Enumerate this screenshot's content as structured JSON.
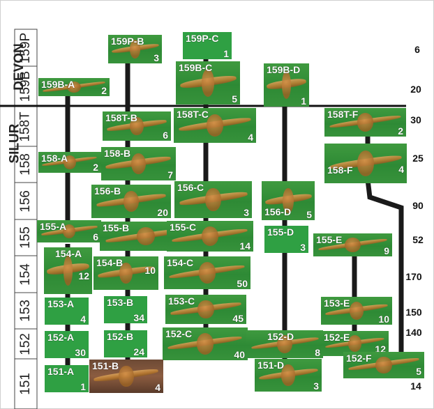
{
  "eras": {
    "devon": "DEVON",
    "silur": "SILUR"
  },
  "layers": [
    "159P",
    "159B",
    "158T",
    "158",
    "156",
    "155",
    "154",
    "153",
    "152",
    "151"
  ],
  "totals": [
    "6",
    "20",
    "30",
    "25",
    "90",
    "52",
    "170",
    "150",
    "140",
    "14"
  ],
  "specimens": [
    {
      "id": "159P-B",
      "count": "3"
    },
    {
      "id": "159P-C",
      "count": "1"
    },
    {
      "id": "159B-A",
      "count": "2"
    },
    {
      "id": "159B-C",
      "count": "5"
    },
    {
      "id": "159B-D",
      "count": "1"
    },
    {
      "id": "158T-B",
      "count": "6"
    },
    {
      "id": "158T-C",
      "count": "4"
    },
    {
      "id": "158T-F",
      "count": "2"
    },
    {
      "id": "158-A",
      "count": "2"
    },
    {
      "id": "158-B",
      "count": "7"
    },
    {
      "id": "158-F",
      "count": "4"
    },
    {
      "id": "156-B",
      "count": "20"
    },
    {
      "id": "156-C",
      "count": "3"
    },
    {
      "id": "156-D",
      "count": "5"
    },
    {
      "id": "155-A",
      "count": "6"
    },
    {
      "id": "155-B",
      "count": "14"
    },
    {
      "id": "155-C",
      "count": "14"
    },
    {
      "id": "155-D",
      "count": "3"
    },
    {
      "id": "155-E",
      "count": "9"
    },
    {
      "id": "154-A",
      "count": "12"
    },
    {
      "id": "154-B",
      "count": "10"
    },
    {
      "id": "154-C",
      "count": "50"
    },
    {
      "id": "153-A",
      "count": "4"
    },
    {
      "id": "153-B",
      "count": "34"
    },
    {
      "id": "153-C",
      "count": "45"
    },
    {
      "id": "153-E",
      "count": "10"
    },
    {
      "id": "152-A",
      "count": "30"
    },
    {
      "id": "152-B",
      "count": "24"
    },
    {
      "id": "152-C",
      "count": "40"
    },
    {
      "id": "152-D",
      "count": "8"
    },
    {
      "id": "152-E",
      "count": "12"
    },
    {
      "id": "152-F",
      "count": "5"
    },
    {
      "id": "151-A",
      "count": "1"
    },
    {
      "id": "151-B",
      "count": "4"
    },
    {
      "id": "151-D",
      "count": "3"
    }
  ]
}
